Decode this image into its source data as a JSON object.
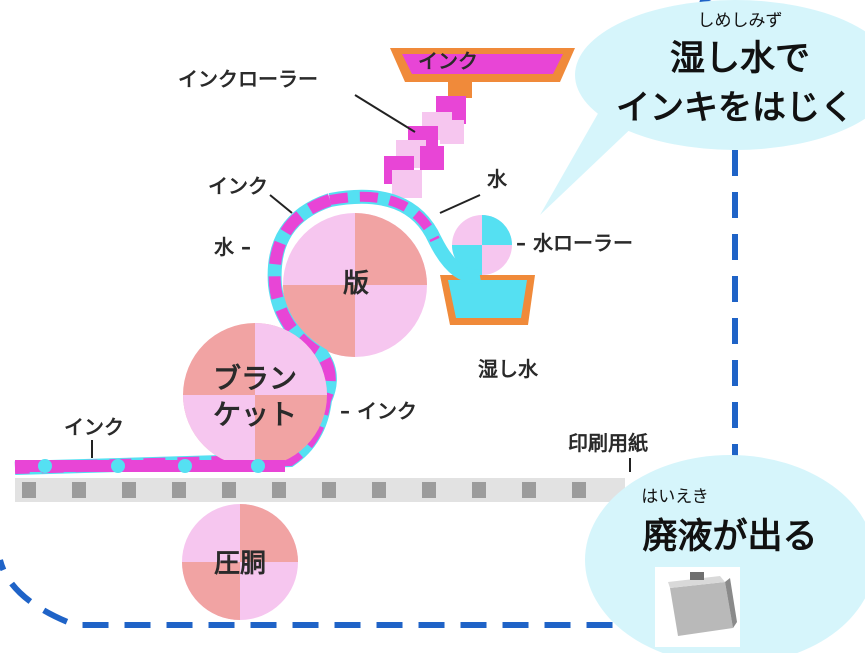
{
  "labels": {
    "ink_tray": "インク",
    "ink_roller": "インクローラー",
    "ink_left": "インク",
    "water_left": "水 –",
    "water_right": "水",
    "water_roller": "– 水ローラー",
    "plate": "版",
    "dampening_water": "湿し水",
    "blanket_line1": "ブラン",
    "blanket_line2": "ケット",
    "ink_blanket": "– インク",
    "ink_paper": "インク",
    "printing_paper": "印刷用紙",
    "impression": "圧胴"
  },
  "bubble_top": {
    "ruby": "しめしみず",
    "line1": "湿し水で",
    "line2": "インキをはじく"
  },
  "bubble_bottom": {
    "ruby": "はいえき",
    "line1": "廃液が出る",
    "photo_icon": "waste-liquid-tank-icon"
  },
  "colors": {
    "ink": "#e845d6",
    "water": "#55e0f2",
    "tray": "#f08a3a",
    "roller_pink": "#f1a3a3",
    "roller_light": "#f6c6ef",
    "bubble": "#d6f5fb",
    "dashed_line": "#1f63c7",
    "paper": "#e2e2e2"
  }
}
